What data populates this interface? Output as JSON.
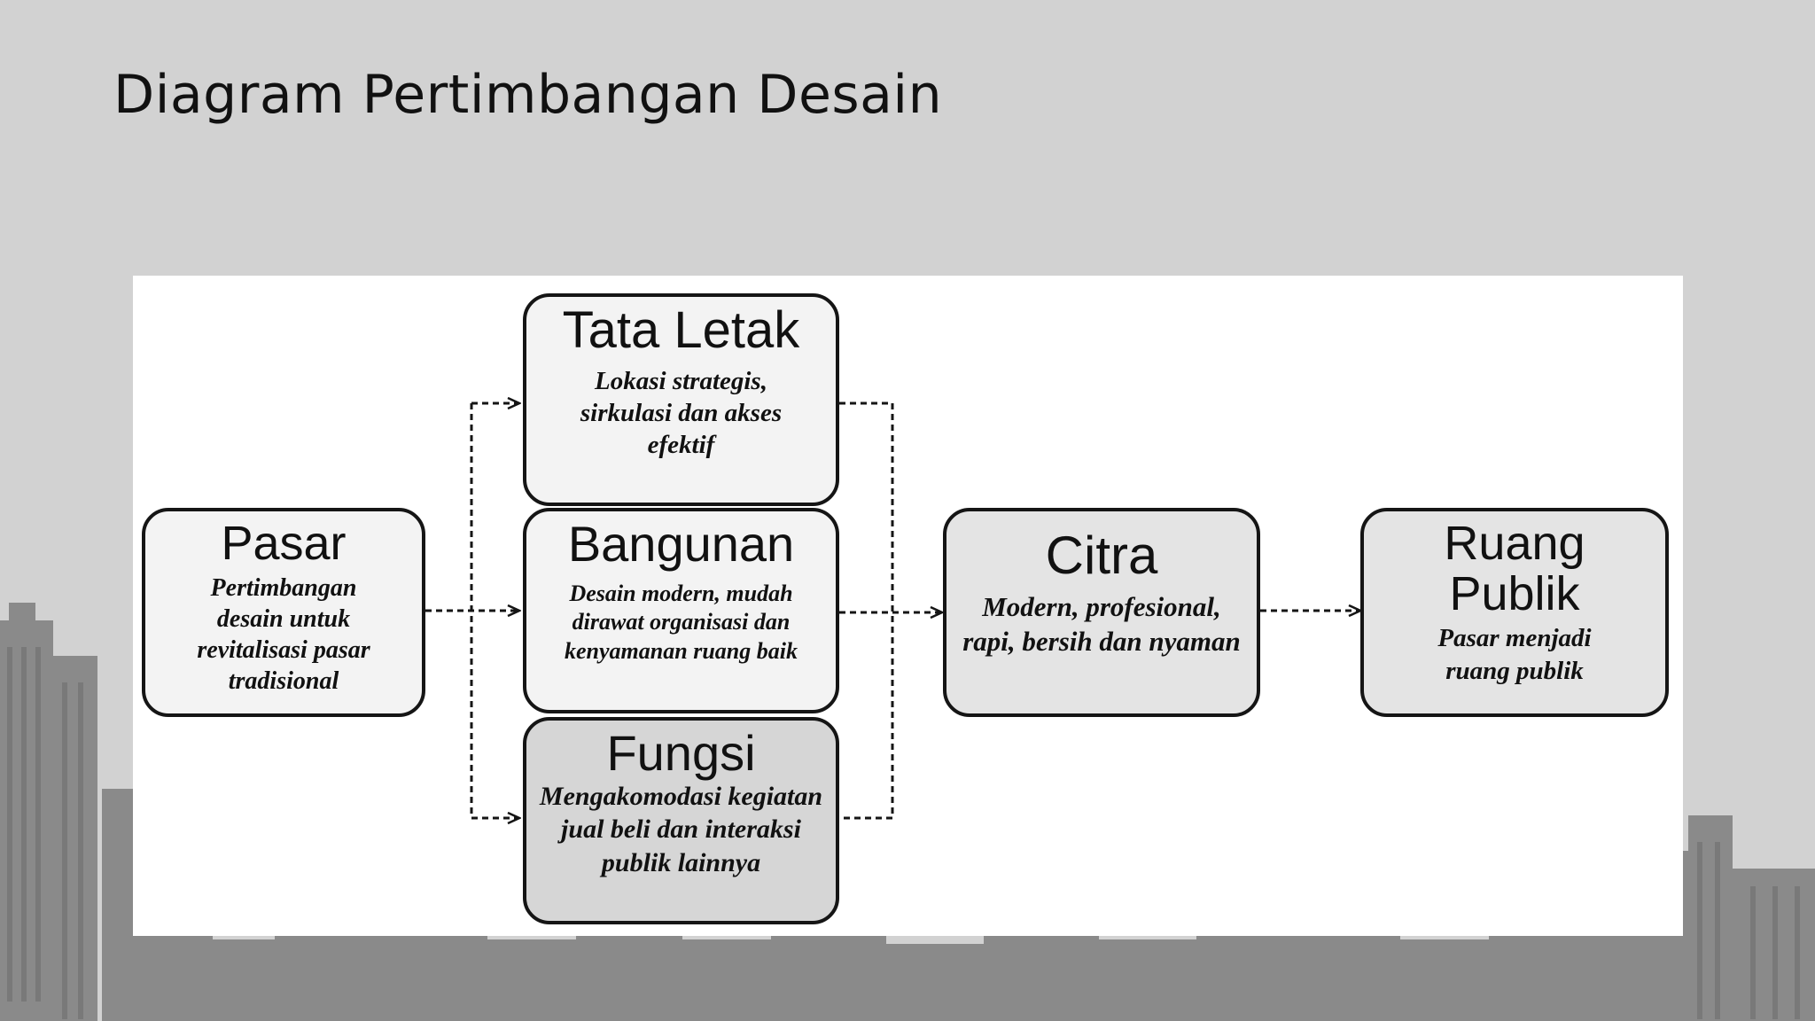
{
  "page": {
    "title": "Diagram Pertimbangan Desain"
  },
  "diagram": {
    "nodes": [
      {
        "id": "pasar",
        "title": "Pasar",
        "desc": "Pertimbangan desain untuk revitalisasi pasar tradisional"
      },
      {
        "id": "tata-letak",
        "title": "Tata Letak",
        "desc": "Lokasi strategis, sirkulasi dan akses efektif"
      },
      {
        "id": "bangunan",
        "title": "Bangunan",
        "desc": "Desain modern, mudah dirawat organisasi dan kenyamanan ruang baik"
      },
      {
        "id": "fungsi",
        "title": "Fungsi",
        "desc": "Mengakomodasi kegiatan jual beli dan interaksi publik lainnya"
      },
      {
        "id": "citra",
        "title": "Citra",
        "desc": "Modern, profesional, rapi, bersih dan nyaman"
      },
      {
        "id": "ruang-publik",
        "title": "Ruang Publik",
        "desc": "Pasar menjadi ruang publik"
      }
    ],
    "edges": [
      {
        "from": "pasar",
        "to": "tata-letak",
        "style": "dashed"
      },
      {
        "from": "pasar",
        "to": "bangunan",
        "style": "dashed"
      },
      {
        "from": "pasar",
        "to": "fungsi",
        "style": "dashed"
      },
      {
        "from": "tata-letak",
        "to": "citra",
        "style": "dashed"
      },
      {
        "from": "bangunan",
        "to": "citra",
        "style": "dashed"
      },
      {
        "from": "fungsi",
        "to": "citra",
        "style": "dashed"
      },
      {
        "from": "citra",
        "to": "ruang-publik",
        "style": "dashed"
      }
    ]
  },
  "colors": {
    "slide_background": "#d2d2d2",
    "panel_background": "#ffffff",
    "stroke": "#151515"
  }
}
